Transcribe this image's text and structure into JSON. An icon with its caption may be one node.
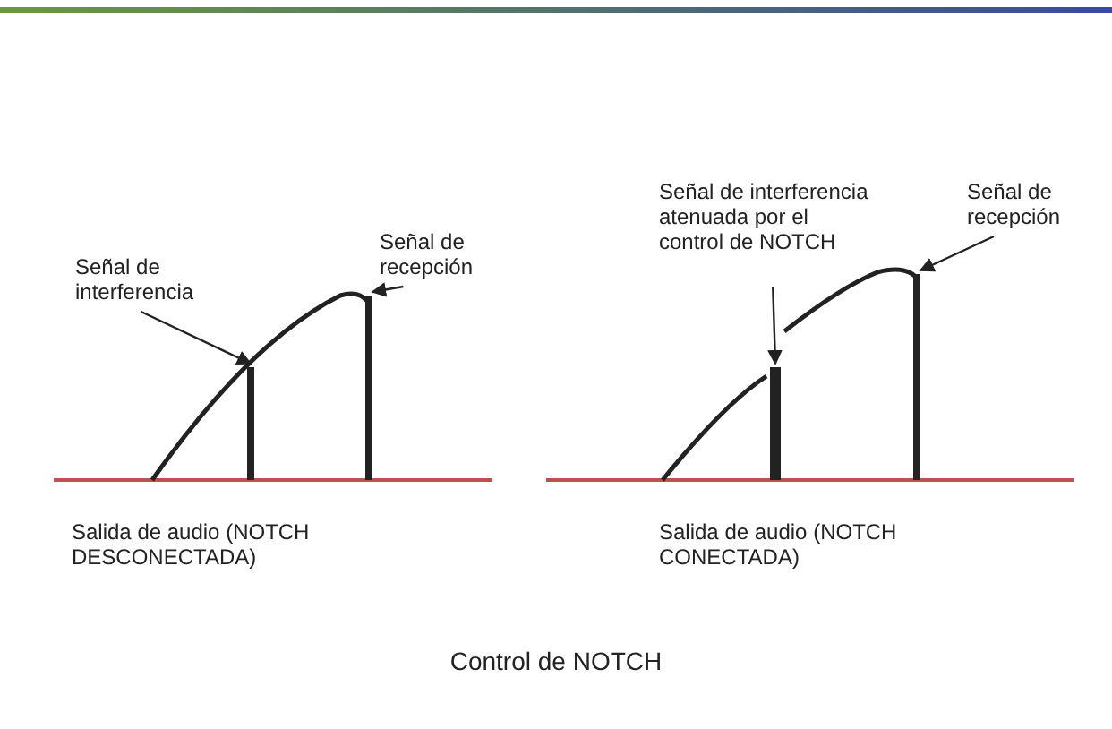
{
  "diagram": {
    "caption": "Control de NOTCH",
    "nodes": [
      {
        "text": [
          "Señal de interferencia"
        ]
      },
      {
        "text": [],
        "shape": "bar"
      },
      {
        "text": [
          "Señal de recepción"
        ]
      },
      {
        "text": [],
        "shape": "bar"
      },
      {
        "text": [
          "Señal de interferencia atenuada por el control de NOTCH"
        ]
      },
      {
        "text": [],
        "shape": "bar"
      },
      {
        "text": [
          "Señal de recepción"
        ]
      },
      {
        "text": [],
        "shape": "bar"
      }
    ],
    "edges": [
      {
        "from": 0,
        "to": 1,
        "arrow": "to"
      },
      {
        "from": 2,
        "to": 3,
        "arrow": "to"
      },
      {
        "from": 4,
        "to": 5,
        "arrow": "to"
      },
      {
        "from": 6,
        "to": 7,
        "arrow": "to"
      }
    ],
    "labels": [
      "Salida de audio (NOTCH DESCONECTADA)",
      "Salida de audio (NOTCH CONECTADA)"
    ]
  }
}
